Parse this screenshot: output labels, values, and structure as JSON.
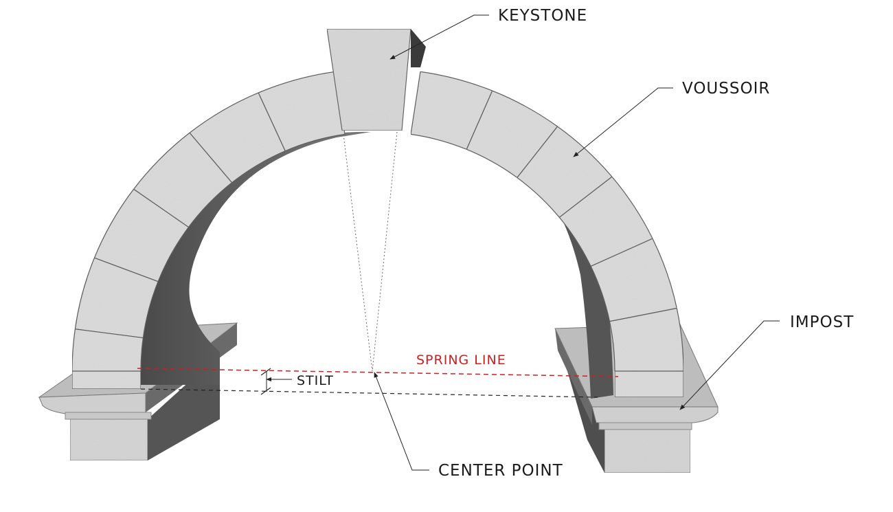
{
  "labels": {
    "keystone": "KEYSTONE",
    "voussoir": "VOUSSOIR",
    "impost": "IMPOST",
    "spring_line": "SPRING LINE",
    "stilt": "STILT",
    "center_point": "CENTER POINT"
  },
  "colors": {
    "stone_face": "#dcdcdc",
    "stone_dark": "#5a5a5a",
    "stone_mid": "#8c8c8c",
    "stone_top": "#c4c4c4",
    "spring_line": "#cc2020",
    "label_text": "#1a1a1a"
  }
}
